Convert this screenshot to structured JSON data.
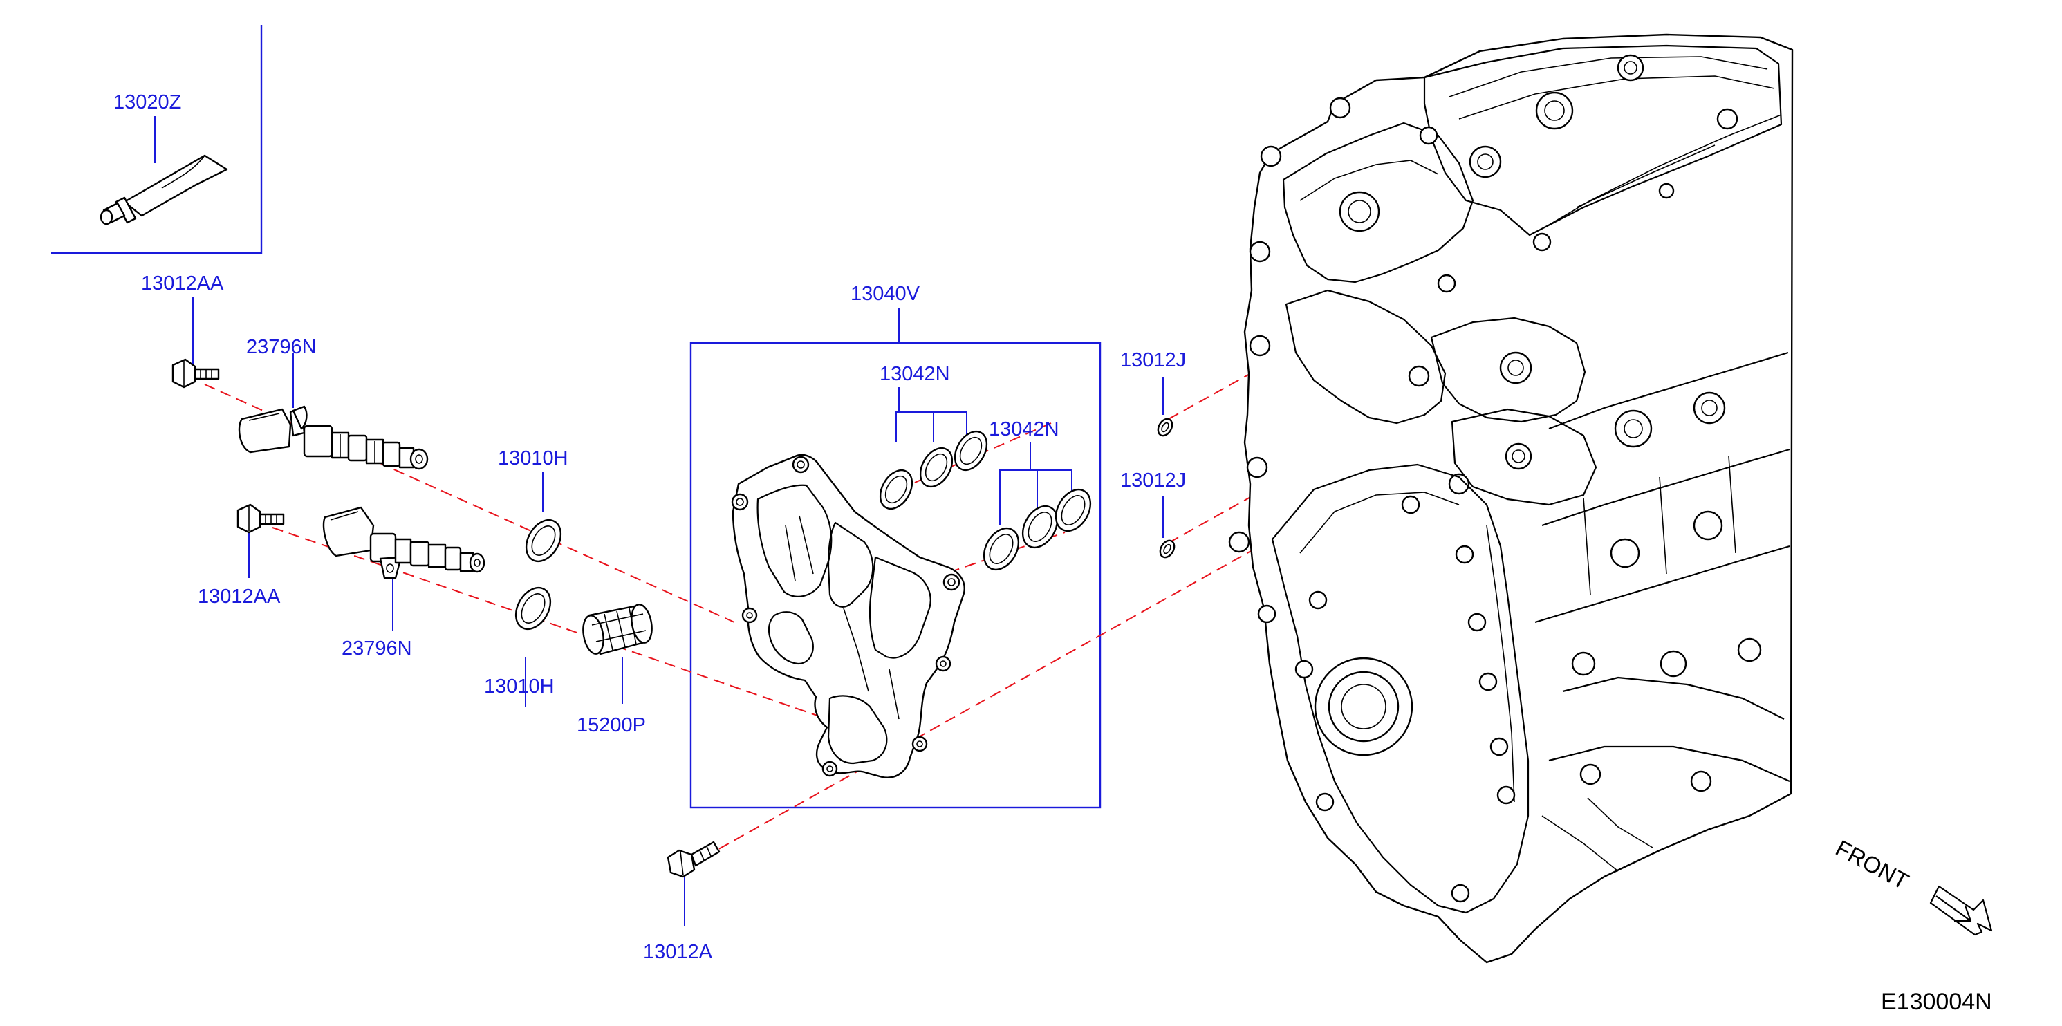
{
  "labels": {
    "p13020Z": "13020Z",
    "p13012AA_top": "13012AA",
    "p23796N_top": "23796N",
    "p13012AA_bottom": "13012AA",
    "p23796N_bottom": "23796N",
    "p13010H_top": "13010H",
    "p13010H_bottom": "13010H",
    "p15200P": "15200P",
    "p13040V": "13040V",
    "p13042N_left": "13042N",
    "p13042N_right": "13042N",
    "p13012J_top": "13012J",
    "p13012J_bottom": "13012J",
    "p13012A": "13012A"
  },
  "direction_label": "FRONT",
  "diagram_code": "E130004N",
  "colors": {
    "callout": "#1a1adb",
    "centerline": "#e8121b",
    "outline": "#000000"
  }
}
